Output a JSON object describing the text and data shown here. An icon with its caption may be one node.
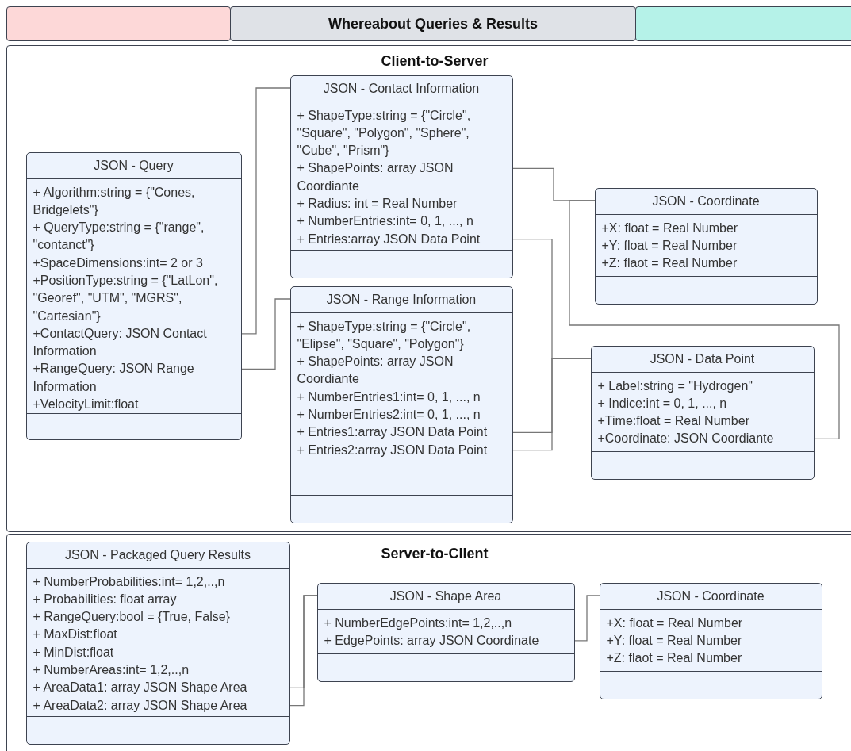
{
  "diagram": {
    "title": "Whereabout Queries & Results",
    "nodes": [
      {
        "text": [
          "Client-to-Server"
        ]
      },
      {
        "text": [
          "JSON - Query",
          "+ Algorithm:string = {\"Cones, Bridgelets\"}",
          "+ QueryType:string = {\"range\", \"contanct\"}",
          "+SpaceDimensions:int= 2 or 3",
          "+PositionType:string = {\"LatLon\", \"Georef\", \"UTM\", \"MGRS\", \"Cartesian\"}",
          "+ContactQuery: JSON Contact Information",
          "+RangeQuery: JSON Range Information",
          "+VelocityLimit:float"
        ],
        "in": 0
      },
      {
        "text": [
          "JSON - Contact Information",
          "+ ShapeType:string = {\"Circle\", \"Square\", \"Polygon\", \"Sphere\", \"Cube\", \"Prism\"}",
          "+ ShapePoints: array JSON Coordiante",
          "+ Radius: int = Real Number",
          "+ NumberEntries:int= 0, 1, ..., n",
          "+ Entries:array JSON Data Point"
        ],
        "in": 0
      },
      {
        "text": [
          "JSON - Range Information",
          "+ ShapeType:string = {\"Circle\", \"Elipse\", \"Square\", \"Polygon\"}",
          "+ ShapePoints: array JSON Coordiante",
          "+ NumberEntries1:int= 0, 1, ..., n",
          "+ NumberEntries2:int= 0, 1, ..., n",
          "+ Entries1:array JSON Data Point",
          "+ Entries2:array JSON Data Point"
        ],
        "in": 0
      },
      {
        "text": [
          "JSON - Coordinate",
          "+X: float = Real Number",
          "+Y: float = Real Number",
          "+Z: flaot = Real Number"
        ],
        "in": 0
      },
      {
        "text": [
          "JSON - Data Point",
          "+ Label:string = \"Hydrogen\"",
          "+ Indice:int = 0, 1, ..., n",
          "+Time:float = Real Number",
          "+Coordinate: JSON Coordiante"
        ],
        "in": 0
      },
      {
        "text": [
          "Server-to-Client"
        ]
      },
      {
        "text": [
          "JSON - Packaged Query Results",
          "+ NumberProbabilities:int= 1,2,..,n",
          "+ Probabilities: float array",
          "+ RangeQuery:bool = {True, False}",
          "+ MaxDist:float",
          "+ MinDist:float",
          "+ NumberAreas:int= 1,2,..,n",
          "+ AreaData1: array JSON Shape Area",
          "+ AreaData2: array JSON Shape Area"
        ],
        "in": 6
      },
      {
        "text": [
          "JSON - Shape Area",
          "+ NumberEdgePoints:int= 1,2,..,n",
          "+ EdgePoints: array JSON Coordinate"
        ],
        "in": 6
      },
      {
        "text": [
          "JSON - Coordinate",
          "+X: float = Real Number",
          "+Y: float = Real Number",
          "+Z: flaot = Real Number"
        ],
        "in": 6
      }
    ],
    "edges": [
      {
        "from": 1,
        "to": 2,
        "arrow": "none"
      },
      {
        "from": 1,
        "to": 3,
        "arrow": "none"
      },
      {
        "from": 2,
        "to": 4,
        "arrow": "none"
      },
      {
        "from": 2,
        "to": 5,
        "arrow": "none"
      },
      {
        "from": 5,
        "to": 4,
        "arrow": "none"
      },
      {
        "from": 3,
        "to": 5,
        "arrow": "none"
      },
      {
        "from": 3,
        "to": 5,
        "arrow": "none"
      },
      {
        "from": 7,
        "to": 8,
        "arrow": "none"
      },
      {
        "from": 7,
        "to": 8,
        "arrow": "none"
      },
      {
        "from": 8,
        "to": 9,
        "arrow": "none"
      }
    ]
  }
}
